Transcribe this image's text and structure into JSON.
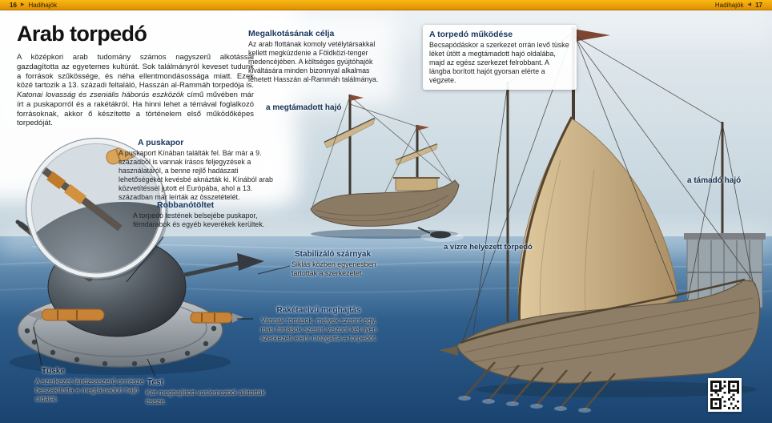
{
  "header": {
    "left_page": "16",
    "right_page": "17",
    "book_title": "Hadihajók"
  },
  "icons": {
    "arrow_right": "▶",
    "arrow_left": "◀"
  },
  "article": {
    "title": "Arab torpedó",
    "intro_part1": "A középkori arab tudomány számos nagyszerű alkotással gazdagította az egyetemes kultúrát. Sok találmányról keveset tudunk a források szűkössége, és néha ellentmondásossága miatt. Ezek közé tartozik a 13. századi feltaláló, Hasszán al-Rammáh torpedója is. ",
    "intro_book_title": "Katonai lovasság és zseniális háborús eszközök",
    "intro_part2": " című művében már írt a puskaporról és a rakétákról. Ha hinni lehet a témával foglalkozó forrásoknak, akkor ő készítette a történelem első működőképes torpedóját."
  },
  "sections": {
    "purpose": {
      "heading": "Megalkotásának célja",
      "body": "Az arab flottának komoly vetélytársakkal kellett megküzdenie a Földközi-tenger medencéjében. A költséges gyújtóhajók kiváltására minden bizonnyal alkalmas lehetett Hasszán al-Rammáh találmánya."
    },
    "operation": {
      "heading": "A torpedó működése",
      "body": "Becsapódáskor a szerkezet orrán levő tüske léket ütött a megtámadott hajó oldalába, majd az egész szerkezet felrobbant. A lángba borított hajót gyorsan elérte a végzete."
    },
    "gunpowder": {
      "heading": "A puskapor",
      "body": "A puskaport Kínában találták fel. Bár már a 9. századból is vannak írásos feljegyzések a használatáról, a benne rejlő hadászati lehetőségeket kevésbé aknázták ki. Kínából arab közvetítéssel jutott el Európába, ahol a 13. században már leírták az összetételét."
    },
    "explosive": {
      "heading": "Robbanótöltet",
      "body": "A torpedó testének belsejébe puskapor, fémdarabok és egyéb keverékek kerültek."
    },
    "wings": {
      "heading": "Stabilizáló szárnyak",
      "body": "Siklás közben egyenesben tartották a szerkezetet."
    },
    "propulsion": {
      "heading": "Rakétaelvű meghajtás",
      "body": "Vannak források, melyek szerint egy, más források szerint viszont két ilyen szerkezeti elem mozgatta a torpedót."
    },
    "spike": {
      "heading": "Tüske",
      "body": "A szerkezet lándzsaszerű orrrésze beszakította a megtámadott hajó oldalát."
    },
    "body": {
      "heading": "Test",
      "body": "Két meghajlított vaslemezből állították össze."
    }
  },
  "labels": {
    "attacked_ship": "a megtámadott hajó",
    "attacking_ship": "a támadó hajó",
    "water_torpedo": "a vízre helyezett torpedó"
  },
  "colors": {
    "header_bar": "#f0a107",
    "heading_text": "#17365f",
    "sea_deep": "#1a4370",
    "sail": "#c9ad7f",
    "torpedo_band": "#cd8a3a"
  }
}
